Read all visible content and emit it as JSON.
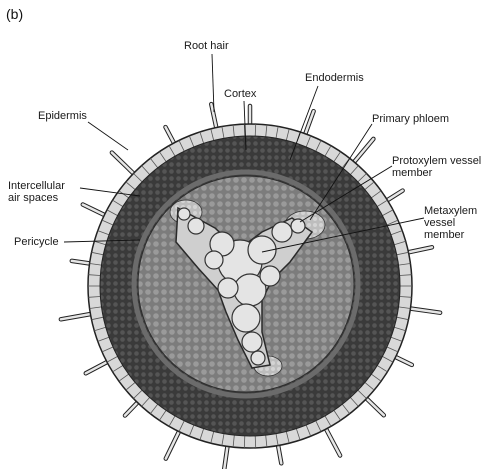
{
  "figure": {
    "panel_letter": "(b)",
    "labels": {
      "root_hair": "Root hair",
      "cortex": "Cortex",
      "endodermis": "Endodermis",
      "epidermis": "Epidermis",
      "primary_phloem": "Primary phloem",
      "protoxylem": "Protoxylem vessel\nmember",
      "intercellular": "Intercellular\nair spaces",
      "metaxylem": "Metaxylem\nvessel\nmember",
      "pericycle": "Pericycle"
    }
  },
  "colors": {
    "cortex_dark": "#3a3a3a",
    "epidermis_light": "#d8d8d8",
    "stele_mid": "#8a8a8a",
    "xylem_light": "#e4e4e4",
    "outline": "#222222"
  }
}
